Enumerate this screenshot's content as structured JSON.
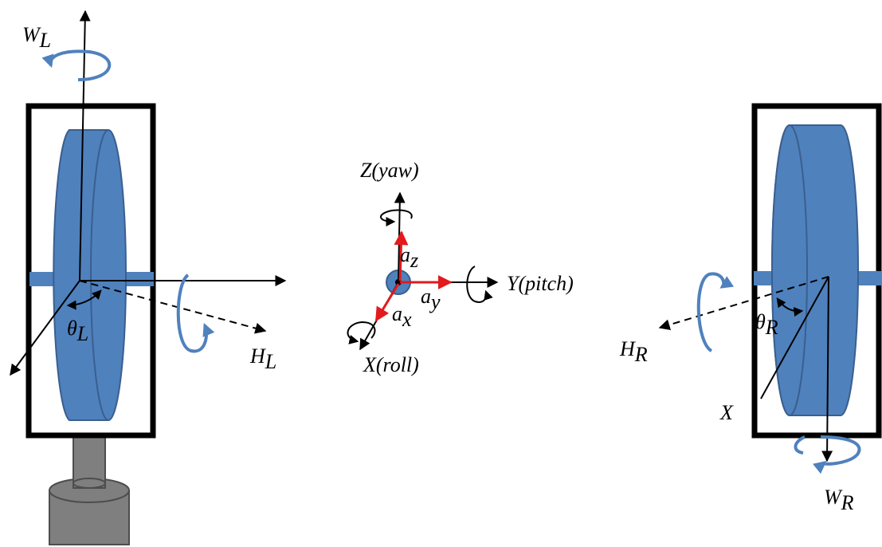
{
  "colors": {
    "wheel_fill": "#4F81BD",
    "wheel_stroke": "#3A5F8F",
    "rotation_arrow": "#4F81BD",
    "accel_arrow": "#E31A1C",
    "motor_fill": "#7F7F7F",
    "frame_stroke": "#000000"
  },
  "labels": {
    "w_left": {
      "base": "W",
      "sub": "L"
    },
    "theta_left": {
      "base": "θ",
      "sub": "L"
    },
    "h_left": {
      "base": "H",
      "sub": "L"
    },
    "z_axis": "Z(yaw)",
    "y_axis": "Y(pitch)",
    "x_axis": "X(roll)",
    "a_z": {
      "base": "a",
      "sub": "z"
    },
    "a_y": {
      "base": "a",
      "sub": "y"
    },
    "a_x": {
      "base": "a",
      "sub": "x"
    },
    "h_right": {
      "base": "H",
      "sub": "R"
    },
    "theta_right": {
      "base": "θ",
      "sub": "R"
    },
    "x_right": "X",
    "w_right": {
      "base": "W",
      "sub": "R"
    }
  }
}
